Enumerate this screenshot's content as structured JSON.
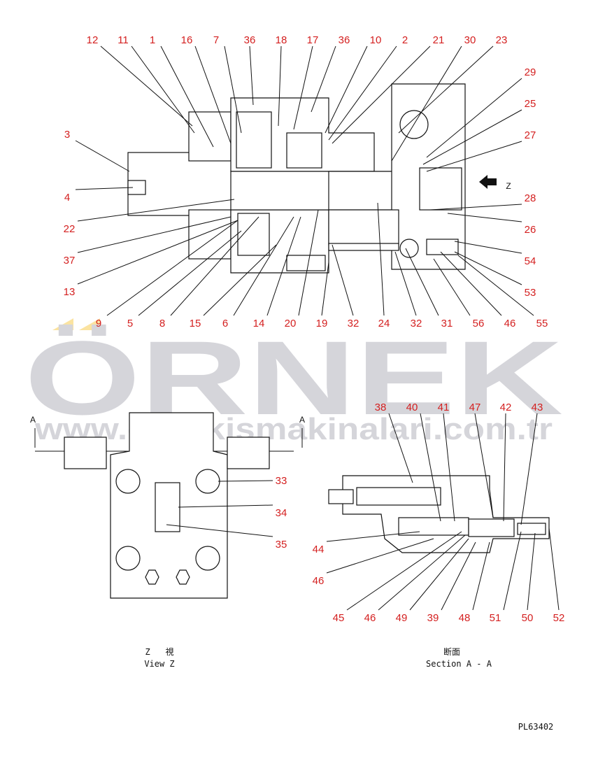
{
  "watermark": {
    "brand": "ÖRNEK",
    "url": "www.ornekismakinalari.com.tr"
  },
  "main_view": {
    "top_callouts": [
      "12",
      "11",
      "1",
      "16",
      "7",
      "36",
      "18",
      "17",
      "36",
      "10",
      "2",
      "21",
      "30",
      "23"
    ],
    "right_callouts": [
      "29",
      "25",
      "27",
      "28",
      "26",
      "54",
      "53",
      "55"
    ],
    "left_callouts": [
      "3",
      "4",
      "22",
      "37",
      "13"
    ],
    "bottom_callouts": [
      "9",
      "5",
      "8",
      "15",
      "6",
      "14",
      "20",
      "19",
      "32",
      "24",
      "32",
      "31",
      "56",
      "46"
    ],
    "arrow_label": "Z"
  },
  "view_z": {
    "callouts": [
      "33",
      "34",
      "35"
    ],
    "section_marks": [
      "A",
      "A"
    ],
    "caption_jp": "Z   視",
    "caption": "View Z"
  },
  "section_aa": {
    "top_callouts": [
      "38",
      "40",
      "41",
      "47",
      "42",
      "43"
    ],
    "left_callouts": [
      "44",
      "46"
    ],
    "bottom_callouts": [
      "45",
      "46",
      "49",
      "39",
      "48",
      "51",
      "50",
      "52"
    ],
    "caption_jp": "断面",
    "caption": "Section A - A"
  },
  "drawing_number": "PL63402"
}
